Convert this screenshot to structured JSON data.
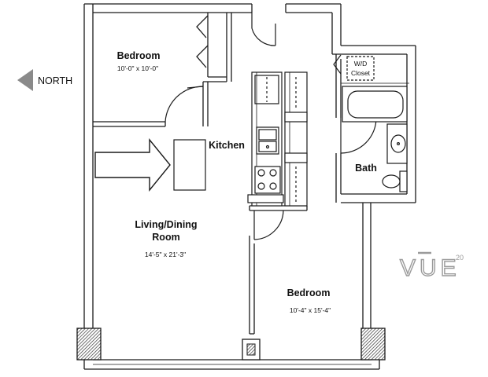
{
  "compass": {
    "label": "NORTH",
    "direction": "west"
  },
  "rooms": {
    "bedroom_top": {
      "name": "Bedroom",
      "size": "10'-0\" x 10'-0\""
    },
    "kitchen": {
      "name": "Kitchen"
    },
    "living_dining": {
      "name_line1": "Living/Dining",
      "name_line2": "Room",
      "size": "14'-5\" x 21'-3\""
    },
    "bedroom_main": {
      "name": "Bedroom",
      "size": "10'-4\" x 15'-4\""
    },
    "bath": {
      "name": "Bath"
    },
    "wd_closet": {
      "line1": "W/D",
      "line2": "Closet"
    }
  },
  "logo": {
    "text": "VUE",
    "superscript": "20"
  },
  "colors": {
    "wall": "#1a1a1a",
    "logo": "#9a9a9a",
    "column_fill": "#555555"
  }
}
